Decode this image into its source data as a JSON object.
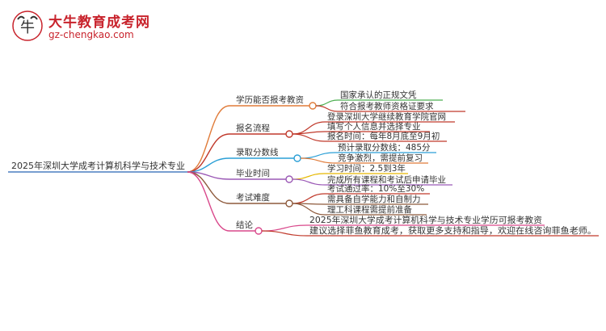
{
  "logo": {
    "title": "大牛教育成考网",
    "url": "gz-chengkao.com",
    "icon": "bull-head-logo"
  },
  "mindmap": {
    "root": "2025年深圳大学成考计算机科学与技术专业",
    "branches": [
      {
        "label": "学历能否报考教资",
        "color": "#e07b39",
        "children": [
          "国家承认的正规文凭",
          "符合报考教师资格证要求"
        ]
      },
      {
        "label": "报名流程",
        "color": "#c0392b",
        "children": [
          "登录深圳大学继续教育学院官网",
          "填写个人信息并选择专业",
          "报名时间：每年8月底至9月初"
        ]
      },
      {
        "label": "录取分数线",
        "color": "#2a9fd6",
        "children": [
          "预计录取分数线：485分",
          "竞争激烈，需提前复习"
        ]
      },
      {
        "label": "毕业时间",
        "color": "#9b59b6",
        "children": [
          "学习时间：2.5到3年",
          "完成所有课程和考试后申请毕业"
        ]
      },
      {
        "label": "考试难度",
        "color": "#8e5a3c",
        "children": [
          "考试通过率：10%至30%",
          "需具备自学能力和自制力",
          "理工科课程需提前准备"
        ]
      },
      {
        "label": "结论",
        "color": "#d9488b",
        "children": [
          "2025年深圳大学成考计算机科学与技术专业学历可报考教资",
          "建议选择菲鱼教育成考，获取更多支持和指导，欢迎在线咨询菲鱼老师。"
        ]
      }
    ]
  }
}
